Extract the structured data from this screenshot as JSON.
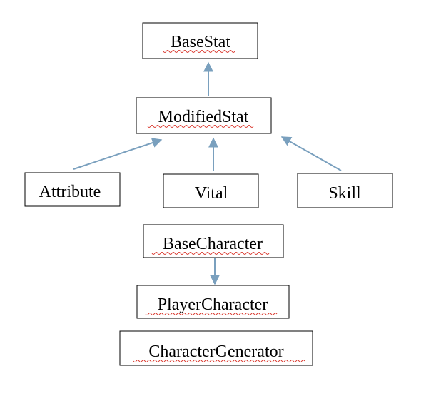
{
  "diagram": {
    "nodes": {
      "base_stat": "BaseStat",
      "modified_stat": "ModifiedStat",
      "attribute": "Attribute",
      "vital": "Vital",
      "skill": "Skill",
      "base_character": "BaseCharacter",
      "player_character": "PlayerCharacter",
      "character_generator": "CharacterGenerator"
    },
    "edges": [
      {
        "from": "modified_stat",
        "to": "base_stat"
      },
      {
        "from": "attribute",
        "to": "modified_stat"
      },
      {
        "from": "vital",
        "to": "modified_stat"
      },
      {
        "from": "skill",
        "to": "modified_stat"
      },
      {
        "from": "base_character",
        "to": "player_character"
      }
    ],
    "colors": {
      "arrow": "#7aa0be",
      "spellcheck_underline": "#d9352b",
      "box_border": "#000000"
    }
  }
}
